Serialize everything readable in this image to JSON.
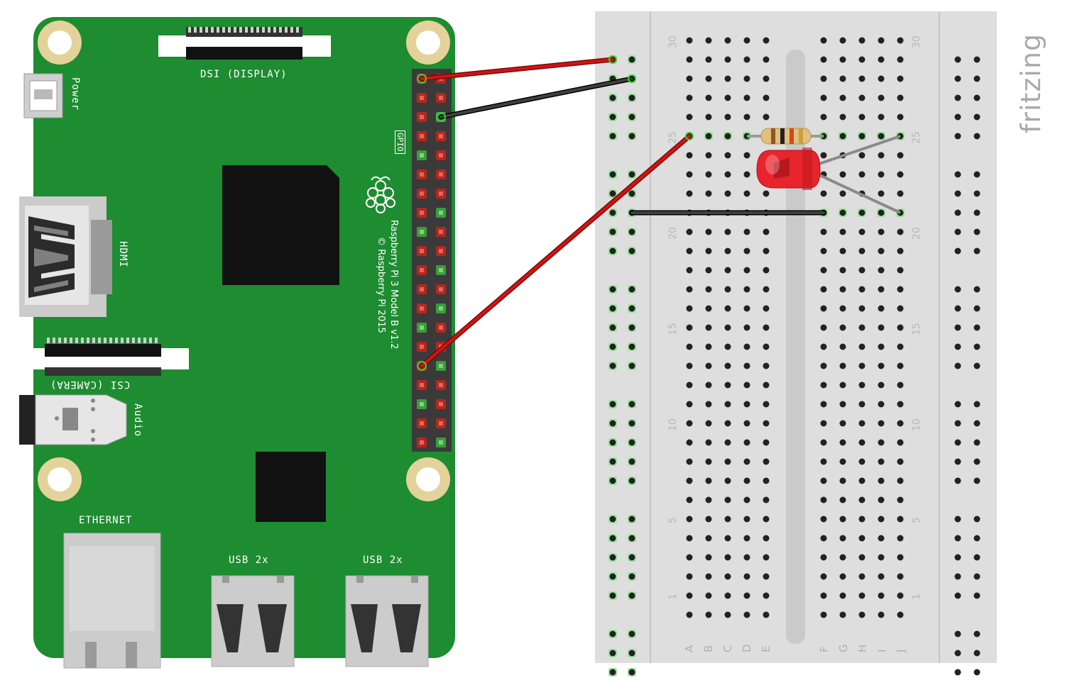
{
  "brand": "fritzing",
  "board": {
    "model": "Raspberry Pi 3 Model B v1.2",
    "copyright": "© Raspberry Pi 2015",
    "labels": {
      "dsi": "DSI (DISPLAY)",
      "power": "Power",
      "gpio": "GPIO",
      "hdmi": "HDMI",
      "csi": "CSI (CAMERA)",
      "audio": "Audio",
      "ethernet": "ETHERNET",
      "usb1": "USB 2x",
      "usb2": "USB 2x"
    },
    "colors": {
      "pcb": "#1e8c31",
      "header": "#3a3a3a",
      "pin_red": "#b5271f",
      "pin_green": "#3c9c3c"
    }
  },
  "breadboard": {
    "row_numbers": [
      "30",
      "25",
      "20",
      "15",
      "10",
      "5",
      "1"
    ],
    "columns_left": [
      "A",
      "B",
      "C",
      "D",
      "E"
    ],
    "columns_right": [
      "F",
      "G",
      "H",
      "I",
      "J"
    ]
  },
  "wires": [
    {
      "name": "red-power-wire",
      "color": "#cc1111"
    },
    {
      "name": "black-ground-wire",
      "color": "#222222"
    },
    {
      "name": "red-signal-wire",
      "color": "#cc1111"
    },
    {
      "name": "black-jumper-wire",
      "color": "#222222"
    }
  ],
  "components": {
    "resistor": {
      "bands": [
        "#8a5a20",
        "#222222",
        "#d04a1a",
        "#c8a040"
      ]
    },
    "led": {
      "color": "#e8242c"
    }
  }
}
